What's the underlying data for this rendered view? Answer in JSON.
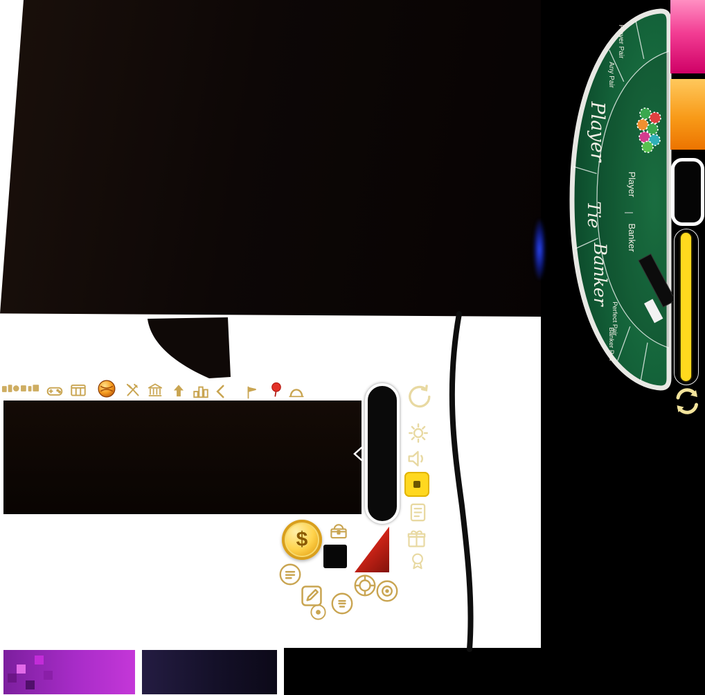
{
  "theme": {
    "page-bg": "#ffffff",
    "backdrop": "#000000",
    "gold": "#c9a552",
    "cream": "#e8d9a2",
    "felt": "#15663a",
    "rim": "#e8e8e4",
    "yellow": "#ffd91e"
  },
  "table": {
    "segments": [
      {
        "label": "Player Pair"
      },
      {
        "label": "Any Pair"
      },
      {
        "label": "Player"
      },
      {
        "label": "Tie"
      },
      {
        "label": "Banker"
      },
      {
        "label": "Perfect Pair"
      },
      {
        "label": "Banker Pair"
      }
    ],
    "inner": {
      "player": "Player",
      "banker": "Banker"
    },
    "felt_color": "#15663a",
    "rim_color": "#e8e8e4",
    "chip_colors": [
      "#3aa84e",
      "#e04040",
      "#f09030",
      "#3aa84e",
      "#d43c8e",
      "#30b0b8",
      "#57c14f"
    ]
  },
  "coin": {
    "symbol": "$"
  },
  "left_toolbar": {
    "icons": [
      "brand-logo",
      "gamepad-icon",
      "slots-window-icon",
      "golden-ball-icon",
      "tools-icon",
      "bank-icon",
      "arrow-up-icon",
      "podium-icon",
      "back-chevron-icon",
      "flag-icon",
      "location-pin-icon",
      "arch-icon"
    ]
  },
  "side_icons": [
    "loop-arrow-icon",
    "sun-icon",
    "speaker-icon",
    "active-square-icon",
    "file-icon",
    "gift-icon",
    "medal-icon"
  ],
  "float_icons": [
    "coin",
    "chest-icon",
    "black-tile",
    "red-pennant",
    "menu-circle-icon",
    "edit-square-icon",
    "dot-circle-icon",
    "cash-circle-icon",
    "chip-circle-icon",
    "target-circle-icon"
  ],
  "right_rail": {
    "elements": [
      "pink-banner",
      "orange-banner",
      "white-pill",
      "yellow-slider",
      "refresh-icon"
    ],
    "slider_fill_pct": 95,
    "pink_colors": [
      "#ff8fc2",
      "#cf0066"
    ],
    "orange_colors": [
      "#ffc85c",
      "#ec7400"
    ]
  },
  "banners": {
    "purple": [
      "#7c1f9e",
      "#c437d8"
    ],
    "navy": [
      "#241c42",
      "#0c0918"
    ]
  }
}
